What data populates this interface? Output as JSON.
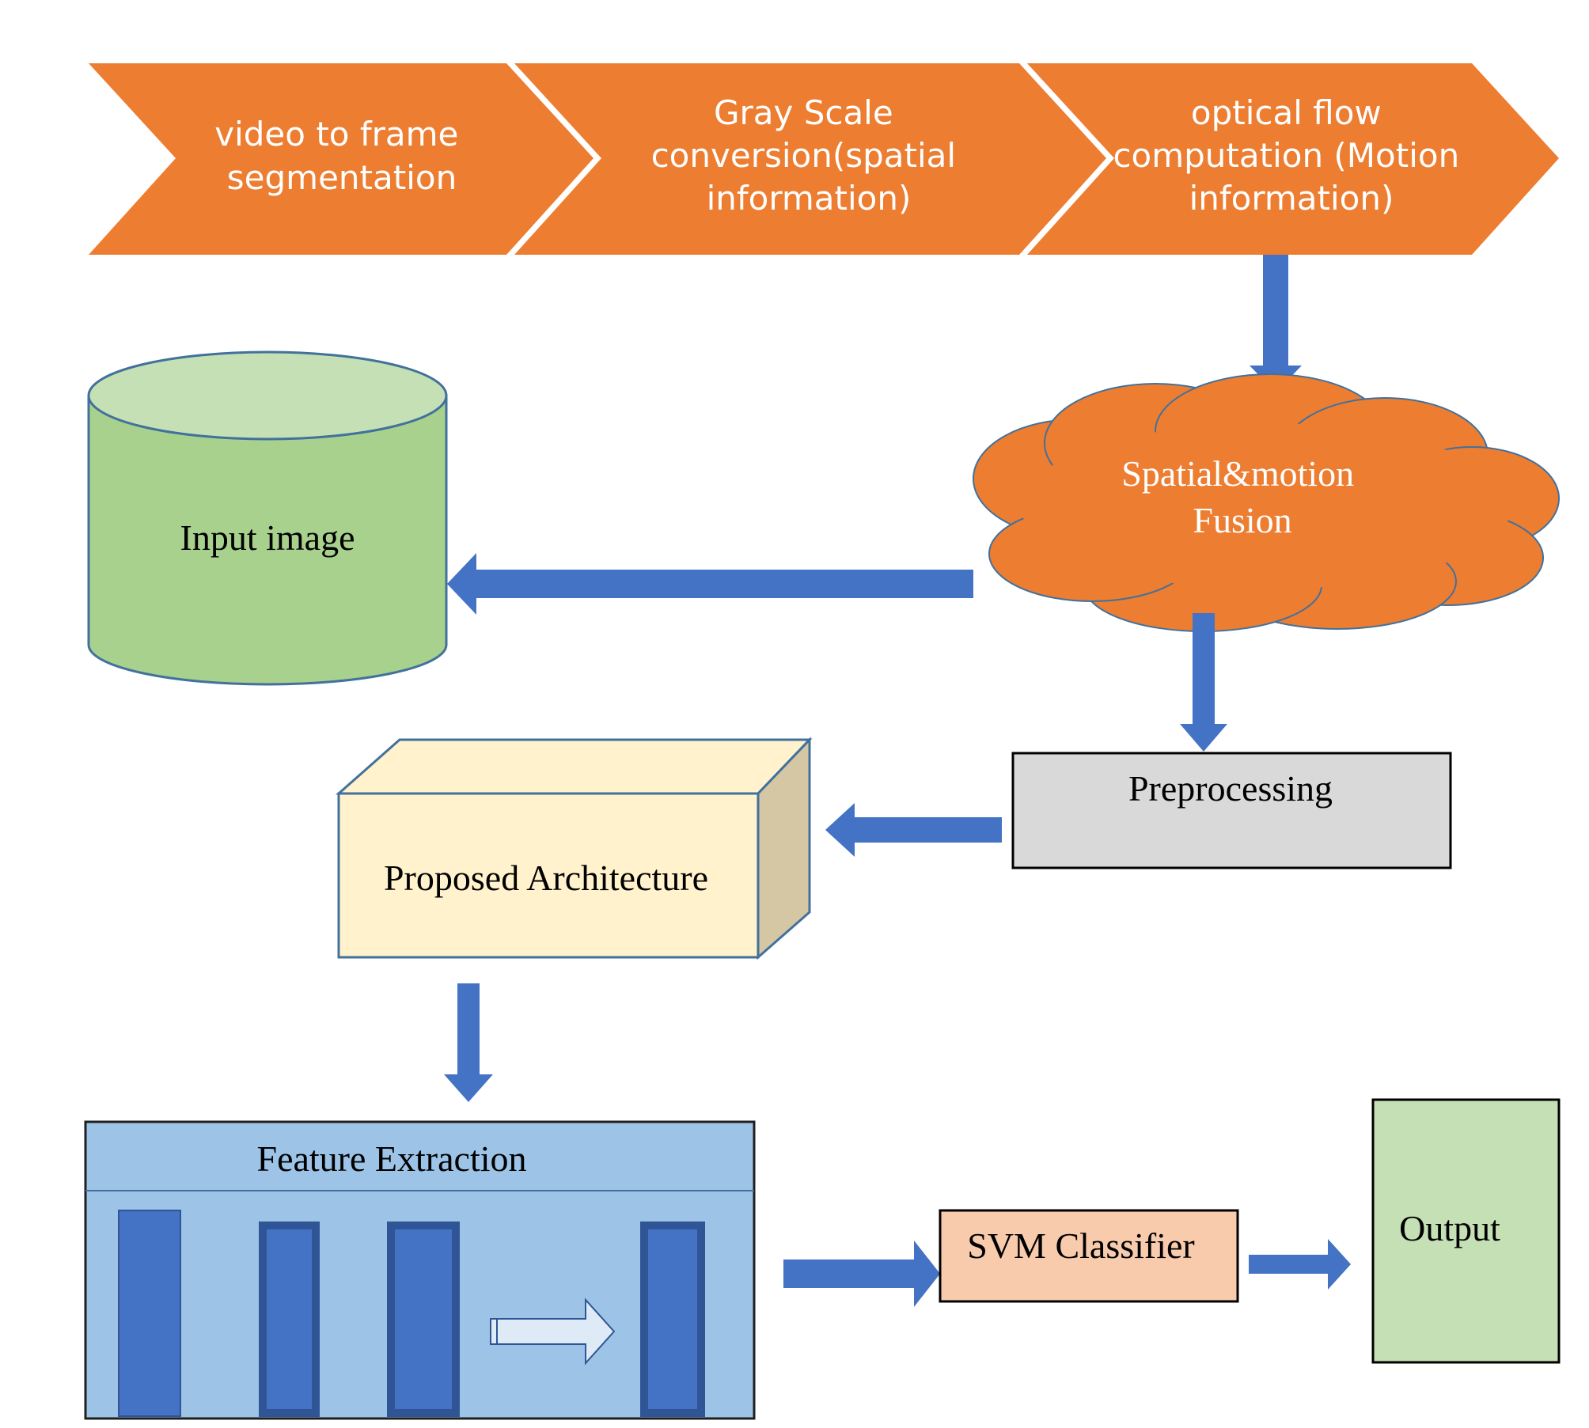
{
  "colors": {
    "chevron_fill": "#ED7D31",
    "chevron_text": "#FFFFFF",
    "arrow_fill": "#4472C4",
    "cylinder_body": "#A9D18E",
    "cylinder_top": "#C5E0B4",
    "shape_outline": "#41719C",
    "box_front": "#FFF2CC",
    "box_side": "#D6C7A4",
    "preprocessing_fill": "#D9D9D9",
    "feature_panel_fill": "#9DC3E6",
    "feature_bar_fill": "#4472C4",
    "svm_fill": "#F8CBAD",
    "output_fill": "#C5E0B4",
    "text_dark": "#000000"
  },
  "pipeline": {
    "steps": [
      {
        "id": "video-to-frame",
        "lines": [
          "video to frame",
          "segmentation"
        ]
      },
      {
        "id": "gray-scale",
        "lines": [
          "Gray Scale",
          "conversion(spatial",
          "information)"
        ]
      },
      {
        "id": "optical-flow",
        "lines": [
          "optical flow",
          "computation (Motion",
          "information)"
        ]
      }
    ]
  },
  "fusion": {
    "lines": [
      "Spatial&motion",
      "Fusion"
    ]
  },
  "input_image": {
    "label": "Input image"
  },
  "preprocessing": {
    "label": "Preprocessing"
  },
  "architecture": {
    "label": "Proposed Architecture"
  },
  "feature_extraction": {
    "label": "Feature Extraction"
  },
  "svm": {
    "label": "SVM Classifier"
  },
  "output": {
    "label": "Output"
  }
}
